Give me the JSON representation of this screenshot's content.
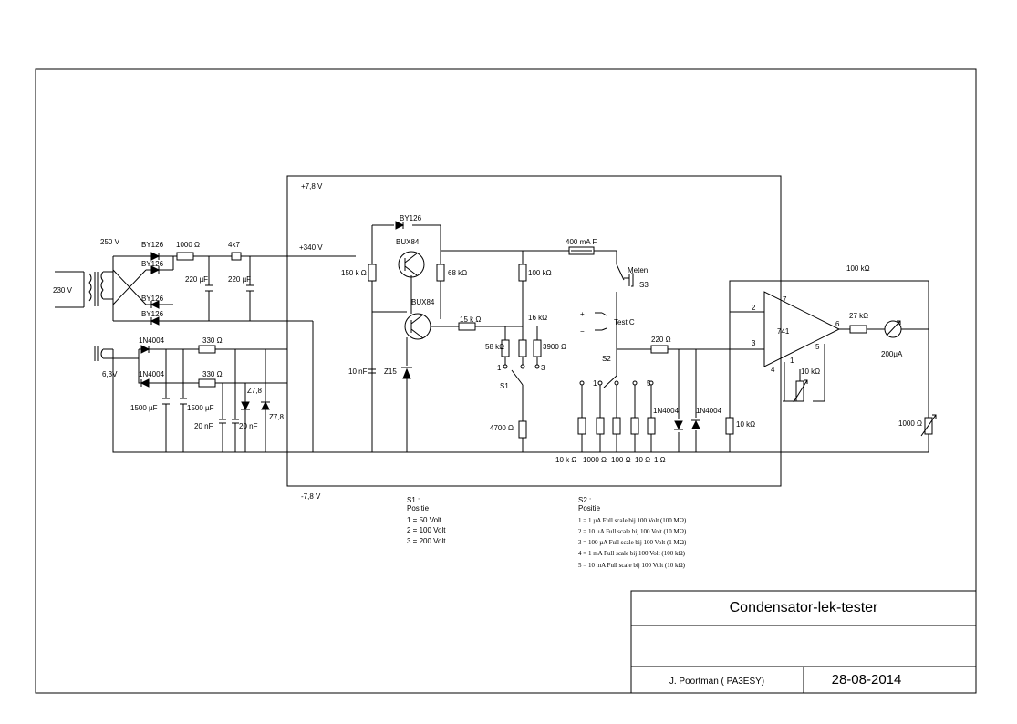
{
  "title_block": {
    "title": "Condensator-lek-tester",
    "author": "J. Poortman ( PA3ESY)",
    "date": "28-08-2014"
  },
  "rails": {
    "pos": "+7,8 V",
    "neg": "-7,8 V",
    "hv": "+340 V"
  },
  "inputs": {
    "mains": "230 V",
    "sec_hv": "250 V",
    "sec_lv": "6,3V"
  },
  "parts": {
    "d1": "BY126",
    "d2": "BY126",
    "d3": "BY126",
    "d4": "BY126",
    "d5": "BY126",
    "r1000": "1000 Ω",
    "r4k7": "4k7",
    "c220a": "220 µF",
    "c220b": "220 µF",
    "n1": "1N4004",
    "n2": "1N4004",
    "r330a": "330 Ω",
    "r330b": "330 Ω",
    "c1500a": "1500 µF",
    "c1500b": "1500 µF",
    "c20a": "20 nF",
    "c20b": "20 nF",
    "z78a": "Z7,8",
    "z78b": "Z7,8",
    "q1": "BUX84",
    "q2": "BUX84",
    "r150k": "150 k Ω",
    "r68k": "68 kΩ",
    "c10n": "10 nF",
    "z15": "Z15",
    "r15k": "15 k Ω",
    "r58k": "58 kΩ",
    "r16k": "16 kΩ",
    "r3900": "3900 Ω",
    "r4700": "4700 Ω",
    "r100k": "100 kΩ",
    "fuse": "400 mA F",
    "meten": "Meten",
    "s3": "S3",
    "plus": "+",
    "minus": "−",
    "testc": "Test C",
    "s1": "S1",
    "s1p1": "1",
    "s1p3": "3",
    "s2": "S2",
    "s2p1": "1",
    "s2p5": "5",
    "r220": "220 Ω",
    "d1n4004a": "1N4004",
    "d1n4004b": "1N4004",
    "r10ka": "10 kΩ",
    "rfb": "100 kΩ",
    "r27k": "27 kΩ",
    "ic": "741",
    "pot10k": "10 kΩ",
    "meter": "200µA",
    "pot1000": "1000 Ω",
    "pin2": "2",
    "pin3": "3",
    "pin7": "7",
    "pin4": "4",
    "pin6": "6",
    "pin1": "1",
    "pin5": "5",
    "rvals": [
      "10 k Ω",
      "1000 Ω",
      "100 Ω",
      "10 Ω",
      "1 Ω"
    ]
  },
  "notes": {
    "s1": {
      "head": "S1 :",
      "sub": "Positie",
      "lines": [
        "1 = 50 Volt",
        "2 = 100 Volt",
        "3 = 200 Volt"
      ]
    },
    "s2": {
      "head": "S2 :",
      "sub": "Positie",
      "lines": [
        "1 = 1 µA Full scale bij 100 Volt (100 MΩ)",
        "2 = 10 µA Full scale bij 100 Volt (10 MΩ)",
        "3 = 100 µA Full scale bij 100 Volt (1 MΩ)",
        "4 = 1 mA Full scale bij 100 Volt (100 kΩ)",
        "5 = 10 mA Full scale bij 100 Volt (10 kΩ)"
      ]
    }
  }
}
